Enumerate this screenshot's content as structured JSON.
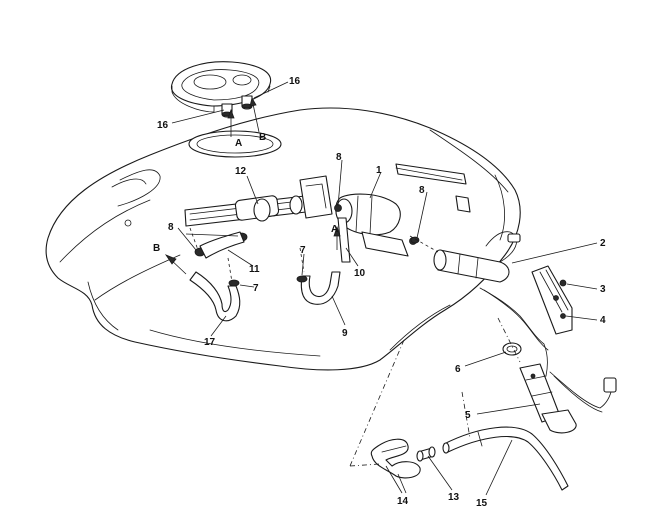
{
  "labels": {
    "l1": "1",
    "l2": "2",
    "l3": "3",
    "l4": "4",
    "l5": "5",
    "l6": "6",
    "l7a": "7",
    "l7b": "7",
    "l8a": "8",
    "l8b": "8",
    "l8c": "8",
    "l9": "9",
    "l10": "10",
    "l11": "11",
    "l12": "12",
    "l13": "13",
    "l14": "14",
    "l15": "15",
    "l16a": "16",
    "l16b": "16",
    "l17": "17",
    "la1": "A",
    "la2": "A",
    "lb1": "B",
    "lb2": "B"
  }
}
